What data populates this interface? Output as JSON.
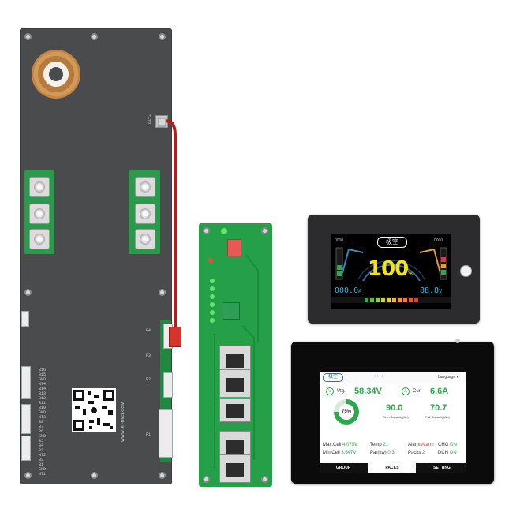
{
  "bms_board": {
    "url": "WWW.JK-BMS.COM",
    "pin_labels": [
      "B16",
      "B15",
      "GND",
      "NT4",
      "B14",
      "B13",
      "B12",
      "B11",
      "B10",
      "GND",
      "NT3",
      "B8",
      "B7",
      "B6",
      "GND",
      "B5",
      "B4",
      "B3",
      "NT2",
      "B2",
      "B1",
      "GND",
      "NT1"
    ],
    "port_labels": [
      "P1",
      "P2",
      "P3",
      "P4",
      "BAT+"
    ]
  },
  "small_display": {
    "percent": "100",
    "percent_unit": "%",
    "left_value": "000.0",
    "left_unit": "A",
    "right_value": "88.8",
    "right_unit": "V",
    "logo_text": "极空",
    "left_small": "0000",
    "right_small": "0000"
  },
  "large_display": {
    "logo_text": "极空",
    "language": "Language",
    "vtg_label": "Vtg.",
    "vtg_value": "58.34V",
    "cur_label": "Cur.",
    "cur_value": "6.6A",
    "soc_ring": "75%",
    "remain_cap_value": "90.0",
    "remain_cap_label": "Rem.Capacity(Ah)",
    "full_cap_value": "70.7",
    "full_cap_label": "Full Capacity(Ah)",
    "max_cell_label": "Max.Cell",
    "max_cell_value": "4.075V",
    "min_cell_label": "Min.Cell",
    "min_cell_value": "3.647V",
    "temp_label": "Temp",
    "temp_value": "21",
    "par_label": "Par(kw)",
    "par_value": "0.3",
    "alarm_label": "Alarm",
    "alarm_value": "Alarm",
    "packs_label": "Packs",
    "packs_value": "2",
    "chg_label": "CHG",
    "chg_value": "ON",
    "dch_label": "DCH",
    "dch_value": "ON",
    "tabs": [
      "GROUP",
      "PACKS",
      "SETTING"
    ]
  },
  "colors": {
    "board_gray": "#4a4b4d",
    "pcb_green": "#26a048",
    "display_black": "#0b0b0b",
    "accent_green": "#2aa84a",
    "accent_yellow": "#f2e21c"
  }
}
